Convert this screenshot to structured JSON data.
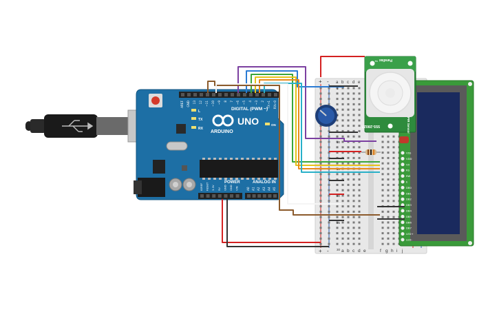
{
  "arduino": {
    "brand_label": "ARDUINO",
    "model_label": "UNO",
    "digital_header_label": "DIGITAL (PWM ~)",
    "power_header_label": "POWER",
    "analog_header_label": "ANALOG IN",
    "tx_label": "TX",
    "rx_label": "RX",
    "l_label": "L",
    "on_label": "ON",
    "digital_pins": [
      "AREF",
      "GND",
      "13",
      "12",
      "~11",
      "~10",
      "~9",
      "8",
      "7",
      "~6",
      "~5",
      "4",
      "~3",
      "2",
      "TX→1",
      "RX←0"
    ],
    "power_pins": [
      "IOREF",
      "RESET",
      "3.3V",
      "5V",
      "GND",
      "GND",
      "VIN"
    ],
    "analog_pins": [
      "A0",
      "A1",
      "A2",
      "A3",
      "A4",
      "A5"
    ]
  },
  "pir_sensor": {
    "top_label": "Parallax ™",
    "bottom_label": "555-28027",
    "side_label": "PIR Sensor"
  },
  "breadboard": {
    "column_letters_top": [
      "a",
      "b",
      "c",
      "d",
      "e"
    ],
    "column_letters_bottom": [
      "a",
      "b",
      "c",
      "d",
      "e",
      "f",
      "g",
      "h",
      "i",
      "j"
    ],
    "plus_label": "+",
    "minus_label": "-",
    "row_numbers": [
      "1",
      "5",
      "10",
      "15",
      "20",
      "25",
      "30"
    ]
  },
  "lcd": {
    "pin_labels": [
      "VSS",
      "VDD",
      "V0",
      "RS",
      "RW",
      "E",
      "DB0",
      "DB1",
      "DB2",
      "DB3",
      "DB4",
      "DB5",
      "DB6",
      "DB7",
      "LED+",
      "LED-"
    ]
  },
  "colors": {
    "arduino_board": "#1d6fa5",
    "breadboard": "#e8e8e8",
    "lcd_pcb": "#3a9a3a",
    "lcd_screen": "#1a2a5e",
    "pir_pcb": "#2e8b3d",
    "wire_red": "#d42020",
    "wire_black": "#333333",
    "wire_purple": "#7b3fa0",
    "wire_blue": "#2a7bd4",
    "wire_green": "#3aa53a",
    "wire_yellow": "#e6c21a",
    "wire_orange": "#e88a1a",
    "wire_teal": "#28b0c8",
    "wire_brown": "#8b5a2b",
    "wire_white": "#f5f5f5"
  }
}
